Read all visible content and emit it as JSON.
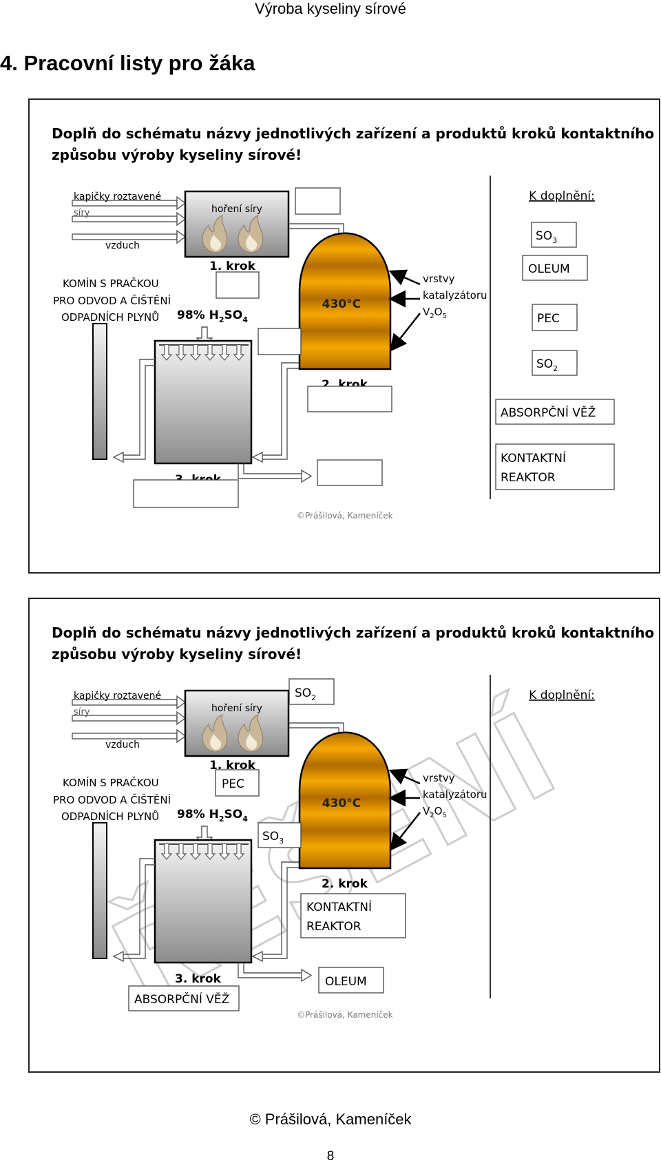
{
  "header": {
    "running_title": "Výroba kyseliny sírové"
  },
  "section": {
    "title": "4.  Pracovní listy pro žáka"
  },
  "worksheet": {
    "instruction_line1": "Doplň do schématu názvy jednotlivých zařízení a produktů kroků kontaktního",
    "instruction_line2": "způsobu výroby kyseliny sírové!",
    "input_sulfur_line1": "kapičky roztavené",
    "input_sulfur_line2": "síry",
    "input_air": "vzduch",
    "burning_label": "hoření síry",
    "step1": "1. krok",
    "step2": "2. krok",
    "step3": "3. krok",
    "acid_prefix": "98% H",
    "acid_sub1": "2",
    "acid_mid": "SO",
    "acid_sub2": "4",
    "chimney_line1": "KOMÍN S PRAČKOU",
    "chimney_line2": "PRO ODVOD A ČIŠTĚNÍ",
    "chimney_line3": "ODPADNÍCH PLYNŮ",
    "reactor_temp": "430°C",
    "catalyst_line1": "vrstvy",
    "catalyst_line2": "katalyzátoru",
    "catalyst_v": "V",
    "catalyst_sub1": "2",
    "catalyst_o": "O",
    "catalyst_sub2": "5",
    "copyright": "©Prášilová, Kameníček",
    "fill_in_title": "K doplnění:",
    "options": {
      "so3": "SO",
      "so3_sub": "3",
      "oleum": "OLEUM",
      "pec": "PEC",
      "so2": "SO",
      "so2_sub": "2",
      "absorption_tower": "ABSORPČNÍ VĚŽ",
      "contact_reactor_line1": "KONTAKTNÍ",
      "contact_reactor_line2": "REAKTOR"
    }
  },
  "solution": {
    "watermark": "ŘEŠENÍ",
    "answer_so2": "SO",
    "answer_so2_sub": "2",
    "answer_pec": "PEC",
    "answer_so3": "SO",
    "answer_so3_sub": "3",
    "answer_contact_line1": "KONTAKTNÍ",
    "answer_contact_line2": "REAKTOR",
    "answer_oleum": "OLEUM",
    "answer_absorption": "ABSORPČNÍ VĚŽ"
  },
  "footer": {
    "copyright": "© Prášilová, Kameníček",
    "page_number": "8"
  },
  "colors": {
    "reactor_dark": "#b26c00",
    "reactor_light": "#f5a800",
    "tower_dark": "#8c8c8c",
    "tower_light": "#f4f4f4",
    "flame_outer": "#c9b79a",
    "flame_inner": "#f3ead8"
  }
}
